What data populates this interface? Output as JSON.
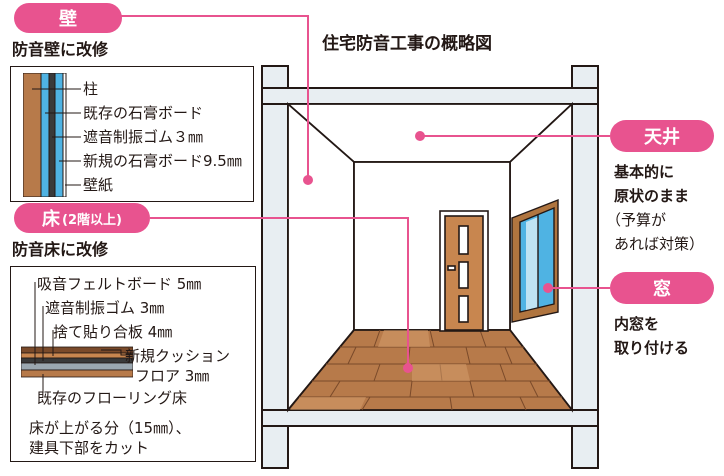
{
  "title": "住宅防音工事の概略図",
  "wall": {
    "badge": "壁",
    "subtitle": "防音壁に改修",
    "layers": [
      "柱",
      "既存の石膏ボード",
      "遮音制振ゴム３㎜",
      "新規の石膏ボード9.5㎜",
      "壁紙"
    ]
  },
  "floor": {
    "badge": "床",
    "badge_sub": "(2階以上)",
    "subtitle": "防音床に改修",
    "layers": [
      "吸音フェルトボード 5㎜",
      "遮音制振ゴム 3㎜",
      "捨て貼り合板 4㎜",
      "新規クッション",
      "フロア 3㎜",
      "既存のフローリング床"
    ],
    "note": [
      "床が上がる分（15㎜）、",
      "建具下部をカット"
    ]
  },
  "ceiling": {
    "badge": "天井",
    "note": [
      "基本的に",
      "原状のまま",
      "（予算が",
      "あれば対策）"
    ]
  },
  "window": {
    "badge": "窓",
    "note": [
      "内窓を",
      "取り付ける"
    ]
  },
  "colors": {
    "accent": "#e8538f",
    "ink": "#231815",
    "wood": "#b77a4a",
    "glass": "#4fb3e3",
    "structure": "#e8eef2"
  }
}
